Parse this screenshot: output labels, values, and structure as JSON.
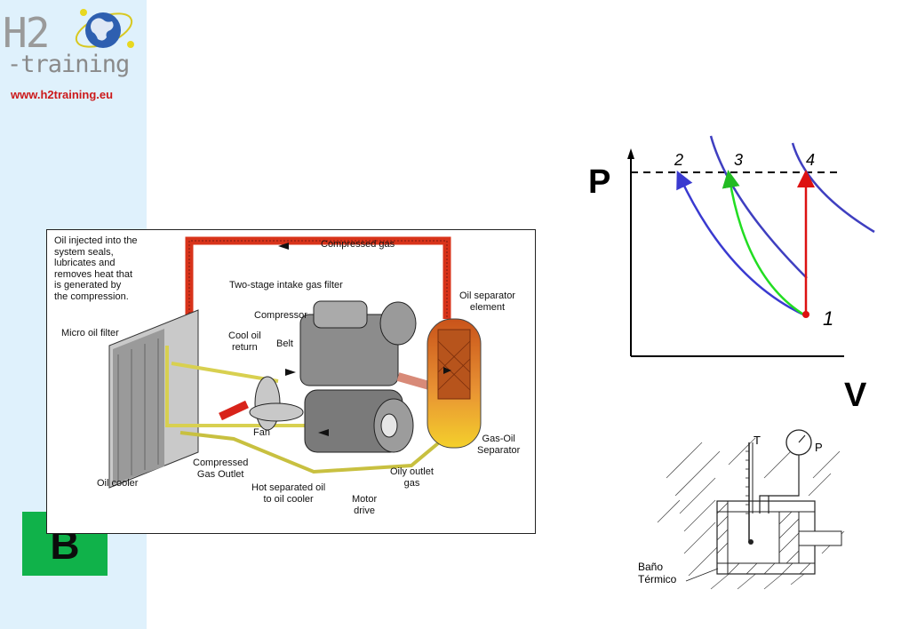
{
  "logo": {
    "brand_top": "H2",
    "brand_bottom": "-training",
    "url": "www.h2training.eu"
  },
  "section_badge": {
    "letter": "B",
    "color": "#10b24a"
  },
  "compressor_diagram": {
    "intro_lines": [
      "Oil injected into the",
      "system seals,",
      "lubricates and",
      "removes heat that",
      "is generated by",
      "the compression."
    ],
    "compressed_gas": "Compressed gas",
    "intake_filter": "Two-stage intake gas filter",
    "oil_separator_element": [
      "Oil separator",
      "element"
    ],
    "compressor": "Compressor",
    "micro_oil_filter": "Micro oil filter",
    "cool_oil_return": [
      "Cool oil",
      "return"
    ],
    "belt": "Belt",
    "fan": "Fan",
    "gas_oil_separator": [
      "Gas-Oil",
      "Separator"
    ],
    "compressed_gas_outlet": [
      "Compressed",
      "Gas Outlet"
    ],
    "oily_outlet_gas": [
      "Oily outlet",
      "gas"
    ],
    "oil_cooler": "Oil cooler",
    "hot_separated_oil": [
      "Hot separated oil",
      "to oil cooler"
    ],
    "motor_drive": [
      "Motor",
      "drive"
    ]
  },
  "pv_diagram": {
    "y_axis_label": "P",
    "x_axis_label": "V",
    "points": [
      "1",
      "2",
      "3",
      "4"
    ],
    "colors": {
      "isotherms": "#3f3fc0",
      "path_1_2": "#3a3ad0",
      "path_1_3": "#22dd22",
      "path_1_4": "#dd1111"
    }
  },
  "thermal_bath": {
    "thermometer_label": "T",
    "gauge_label": "P",
    "bath_label": [
      "Baño",
      "Térmico"
    ]
  }
}
